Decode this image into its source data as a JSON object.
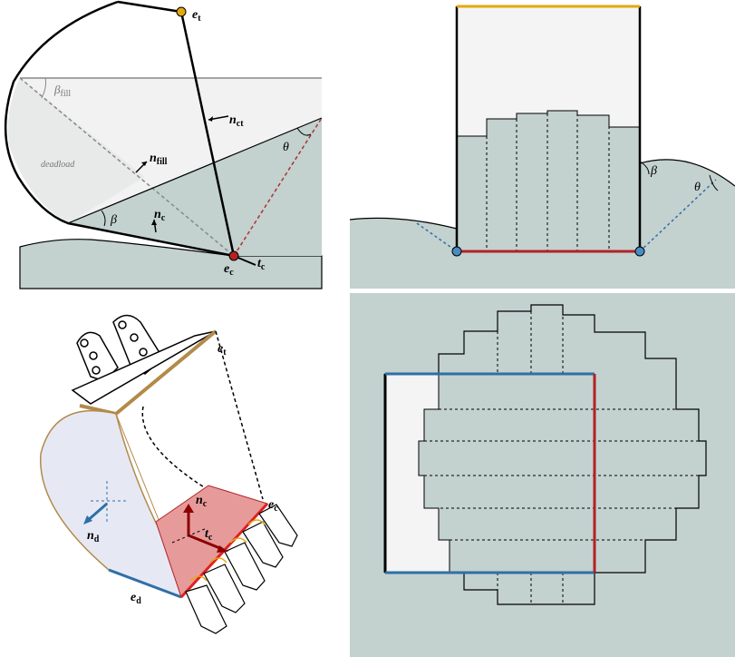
{
  "panel_a": {
    "e_t": "e",
    "e_t_sub": "t",
    "n_ct": "n",
    "n_ct_sub": "ct",
    "beta_fill": "β",
    "beta_fill_sub": "fill",
    "n_fill": "n",
    "n_fill_sub": "fill",
    "deadload": "deadload",
    "theta": "θ",
    "beta": "β",
    "n_c": "n",
    "n_c_sub": "c",
    "e_c": "e",
    "e_c_sub": "c",
    "t_c": "t",
    "t_c_sub": "c"
  },
  "panel_b": {
    "beta": "β",
    "theta": "θ"
  },
  "panel_c": {
    "e_t": "e",
    "e_t_sub": "t",
    "n_c": "n",
    "n_c_sub": "c",
    "e_c": "e",
    "e_c_sub": "c",
    "t_c": "t",
    "t_c_sub": "c",
    "n_d": "n",
    "n_d_sub": "d",
    "e_d": "e",
    "e_d_sub": "d"
  },
  "colors": {
    "soil": "#c3d1cf",
    "fill_light": "#f3f3f3",
    "bucket_side": "#e6e9f4",
    "cutting_face": "#e79a9a",
    "red_edge": "#b22222",
    "blue_edge": "#2f6fa8",
    "gold": "#e2a90f",
    "bronze": "#b38a4a"
  }
}
